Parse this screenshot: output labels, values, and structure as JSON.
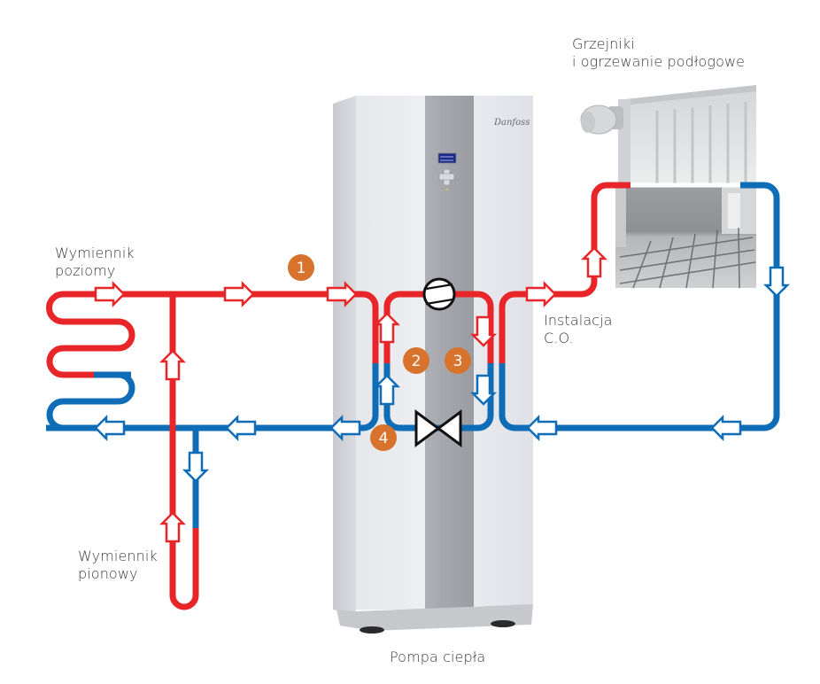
{
  "diagram": {
    "type": "heat-pump-circuit",
    "labels": {
      "radiators_line1": "Grzejniki",
      "radiators_line2": "i ogrzewanie podłogowe",
      "horizontal_exchanger_line1": "Wymiennik",
      "horizontal_exchanger_line2": "poziomy",
      "vertical_exchanger_line1": "Wymiennik",
      "vertical_exchanger_line2": "pionowy",
      "heating_installation_line1": "Instalacja",
      "heating_installation_line2": "C.O.",
      "heat_pump": "Pompa ciepła",
      "brand": "Danfoss"
    },
    "badges": [
      {
        "number": "1"
      },
      {
        "number": "2"
      },
      {
        "number": "3"
      },
      {
        "number": "4"
      }
    ],
    "components": {
      "compressor": "compressor-symbol",
      "expansion_valve": "expansion-valve-symbol",
      "radiator_photo": "radiator-with-thermostat",
      "floor_heating_photo": "underfloor-heating-pipes"
    },
    "colors": {
      "hot_pipe": "#e8262a",
      "cold_pipe": "#0f6cb6",
      "badge": "#d8732e",
      "pump_body": "#e9eaee",
      "pump_stripe": "#a7a9ae",
      "text": "#3a3a3a"
    }
  }
}
